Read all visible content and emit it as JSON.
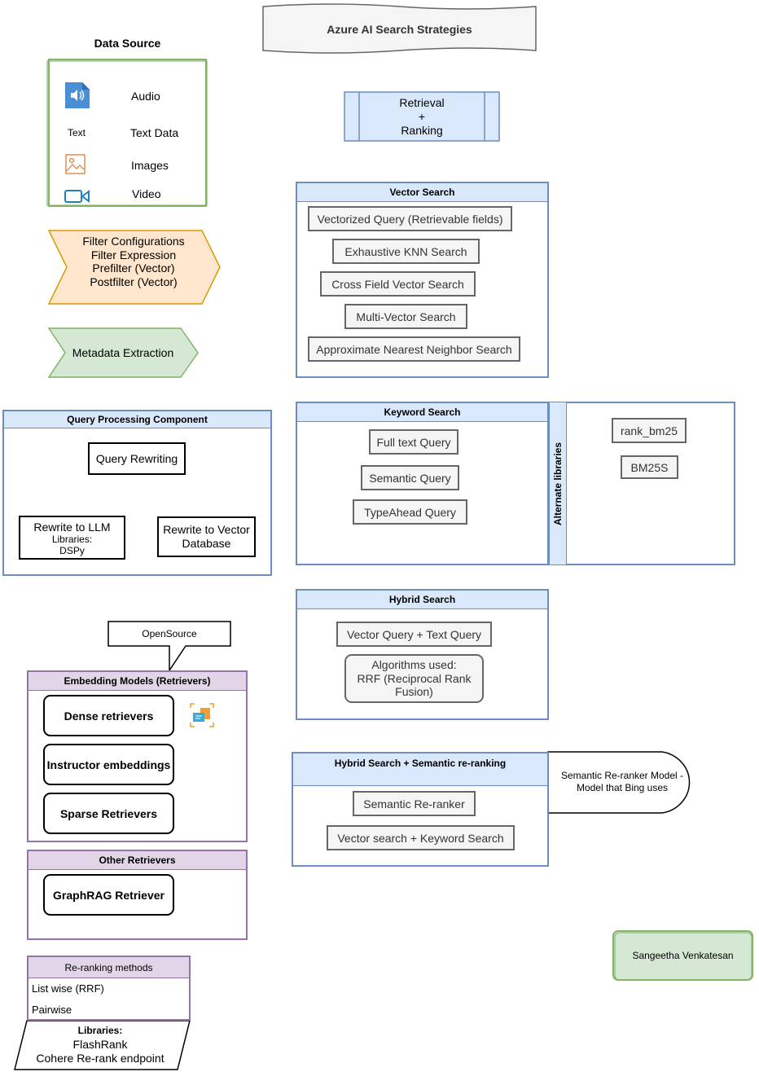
{
  "title": "Azure AI Search Strategies",
  "data_source": {
    "heading": "Data Source",
    "items": [
      {
        "icon": "audio-file-icon",
        "label": "Audio"
      },
      {
        "icon_text": "Text",
        "label": "Text Data"
      },
      {
        "icon": "image-icon",
        "label": "Images"
      },
      {
        "icon": "video-icon",
        "label": "Video"
      }
    ]
  },
  "filter_config": {
    "lines": [
      "Filter Configurations",
      "Filter Expression",
      "Prefilter (Vector)",
      "Postfilter (Vector)"
    ]
  },
  "metadata_extraction": "Metadata Extraction",
  "retrieval": {
    "lines": [
      "Retrieval",
      "+",
      "Ranking"
    ]
  },
  "vector_search": {
    "title": "Vector Search",
    "items": [
      "Vectorized Query (Retrievable fields)",
      "Exhaustive KNN Search",
      "Cross Field Vector Search",
      "Multi-Vector Search",
      "Approximate Nearest Neighbor Search"
    ]
  },
  "keyword_search": {
    "title": "Keyword Search",
    "items": [
      "Full text Query",
      "Semantic Query",
      "TypeAhead Query"
    ],
    "alt_label": "Alternate libraries",
    "alt_items": [
      "rank_bm25",
      "BM25S"
    ]
  },
  "query_processing": {
    "title": "Query Processing Component",
    "rewriting": "Query Rewriting",
    "llm": {
      "line1": "Rewrite to LLM",
      "line2": "Libraries:",
      "line3": "DSPy"
    },
    "vector_db": {
      "line1": "Rewrite to Vector",
      "line2": "Database"
    }
  },
  "hybrid_search": {
    "title": "Hybrid Search",
    "query": "Vector Query + Text Query",
    "algo_lines": [
      "Algorithms used:",
      "RRF (Reciprocal Rank",
      "Fusion)"
    ]
  },
  "opensource_callout": "OpenSource",
  "embedding_models": {
    "title": "Embedding Models (Retrievers)",
    "items": [
      "Dense retrievers",
      "Instructor embeddings",
      "Sparse Retrievers"
    ]
  },
  "semantic_reranking": {
    "title": "Hybrid Search + Semantic re-ranking",
    "items": [
      "Semantic Re-ranker",
      "Vector search + Keyword Search"
    ],
    "note_lines": [
      "Semantic Re-ranker Model -",
      "Model that Bing uses"
    ]
  },
  "other_retrievers": {
    "title": "Other Retrievers",
    "items": [
      "GraphRAG Retriever"
    ]
  },
  "reranking_methods": {
    "title": "Re-ranking methods",
    "items": [
      "List wise (RRF)",
      "Pairwise"
    ]
  },
  "libraries": {
    "heading": "Libraries:",
    "lines": [
      "FlashRank",
      "Cohere Re-rank endpoint"
    ]
  },
  "author": "Sangeetha Venkatesan",
  "colors": {
    "blue_fill": "#dae8fc",
    "blue_stroke": "#6c8ebf",
    "purple_fill": "#e1d5e7",
    "purple_stroke": "#9673a6",
    "green_fill": "#d5e8d4",
    "green_stroke": "#82b366",
    "orange_fill": "#ffe6cc",
    "orange_stroke": "#d79b00"
  }
}
